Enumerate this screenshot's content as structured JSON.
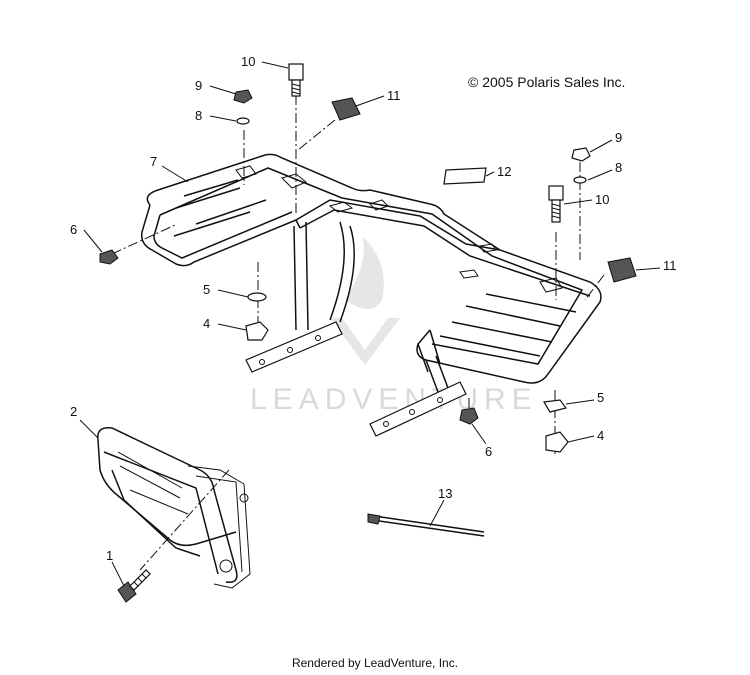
{
  "copyright": "© 2005 Polaris Sales Inc.",
  "footer": "Rendered by LeadVenture, Inc.",
  "watermark": "LEADVENTURE",
  "callouts": [
    {
      "id": "c10a",
      "label": "10"
    },
    {
      "id": "c9a",
      "label": "9"
    },
    {
      "id": "c8a",
      "label": "8"
    },
    {
      "id": "c11a",
      "label": "11"
    },
    {
      "id": "c7",
      "label": "7"
    },
    {
      "id": "c6a",
      "label": "6"
    },
    {
      "id": "c5a",
      "label": "5"
    },
    {
      "id": "c4a",
      "label": "4"
    },
    {
      "id": "c12",
      "label": "12"
    },
    {
      "id": "c9b",
      "label": "9"
    },
    {
      "id": "c8b",
      "label": "8"
    },
    {
      "id": "c10b",
      "label": "10"
    },
    {
      "id": "c11b",
      "label": "11"
    },
    {
      "id": "c5b",
      "label": "5"
    },
    {
      "id": "c4b",
      "label": "4"
    },
    {
      "id": "c6b",
      "label": "6"
    },
    {
      "id": "c2",
      "label": "2"
    },
    {
      "id": "c1",
      "label": "1"
    },
    {
      "id": "c13",
      "label": "13"
    }
  ]
}
